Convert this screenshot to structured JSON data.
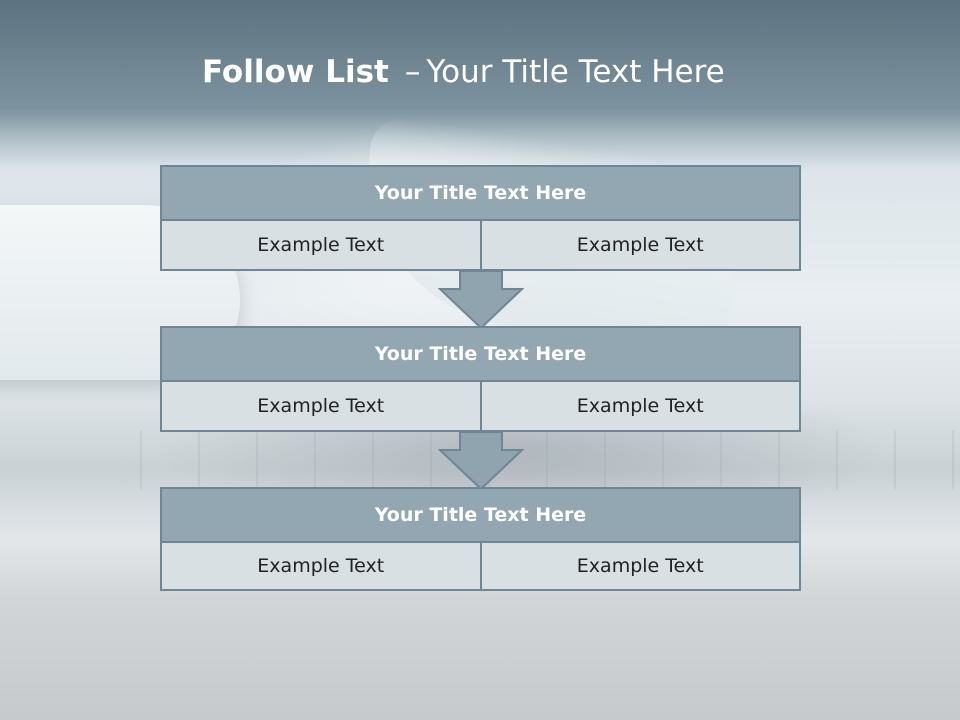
{
  "title": {
    "bold": "Follow List",
    "separator": "–",
    "rest": "Your Title Text Here"
  },
  "blocks": [
    {
      "heading": "Your Title Text Here",
      "left": "Example Text",
      "right": "Example Text"
    },
    {
      "heading": "Your Title Text Here",
      "left": "Example Text",
      "right": "Example Text"
    },
    {
      "heading": "Your Title Text Here",
      "left": "Example Text",
      "right": "Example Text"
    }
  ],
  "colors": {
    "header_fill": "#93a7b2",
    "border": "#6f8693",
    "cell_fill": "#d8e0e4",
    "arrow_fill": "#8fa4af"
  }
}
